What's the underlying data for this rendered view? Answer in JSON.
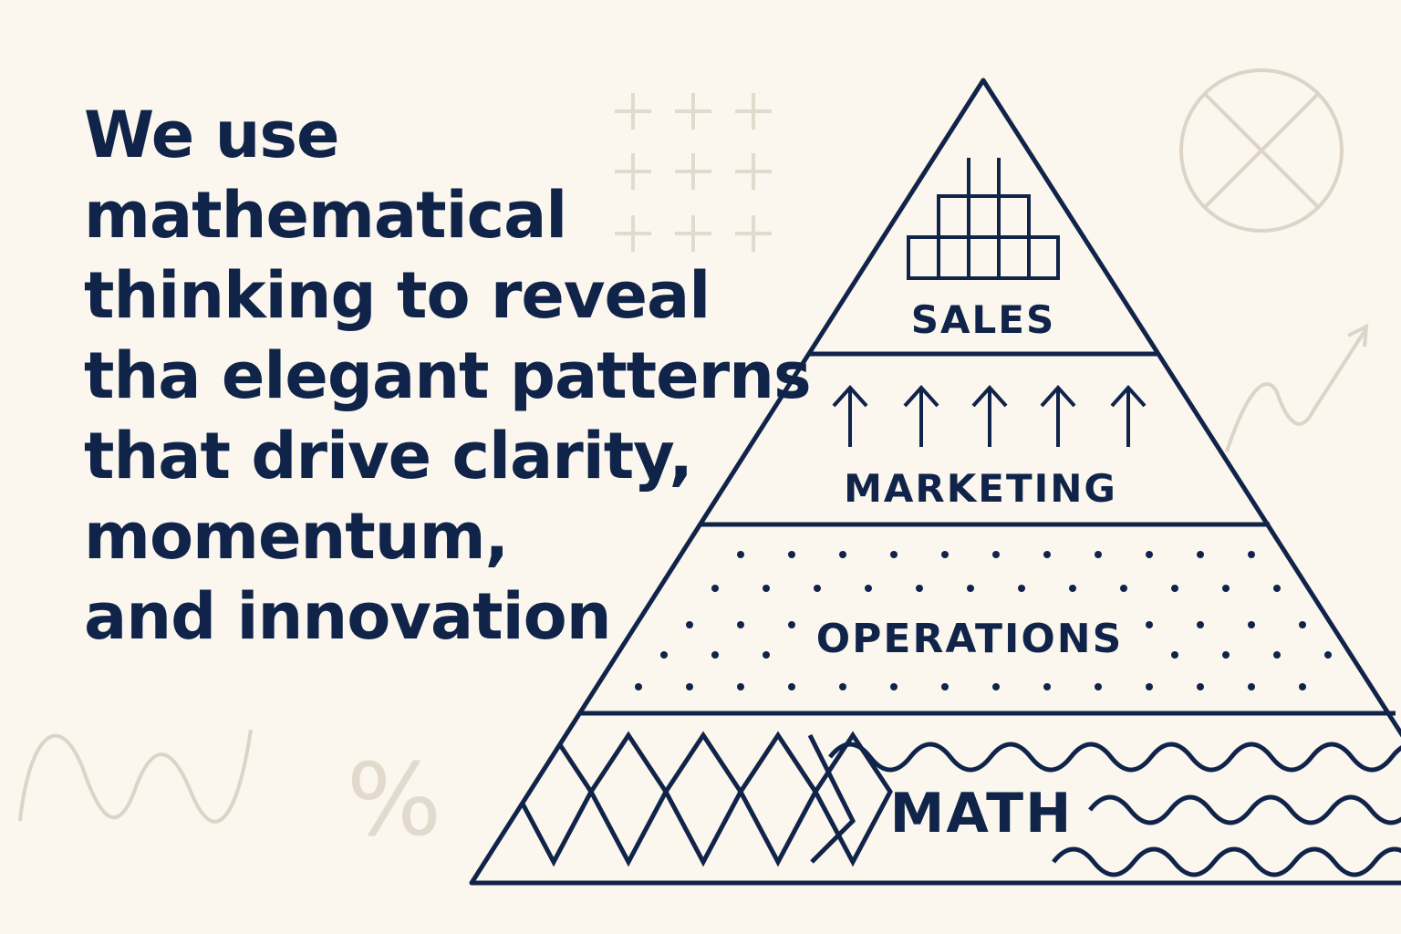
{
  "headline": {
    "lines": [
      "We use",
      "mathematical",
      "thinking to reveal",
      "tha elegant patterns",
      "that drive clarity,",
      "momentum,",
      "and innovation"
    ]
  },
  "pyramid": {
    "levels": [
      "SALES",
      "MARKETING",
      "OPERATIONS",
      "MATH"
    ]
  },
  "decor": {
    "percent": "%"
  },
  "colors": {
    "background": "#fbf6ee",
    "ink": "#10244a",
    "decor": "#ddd4c7"
  }
}
